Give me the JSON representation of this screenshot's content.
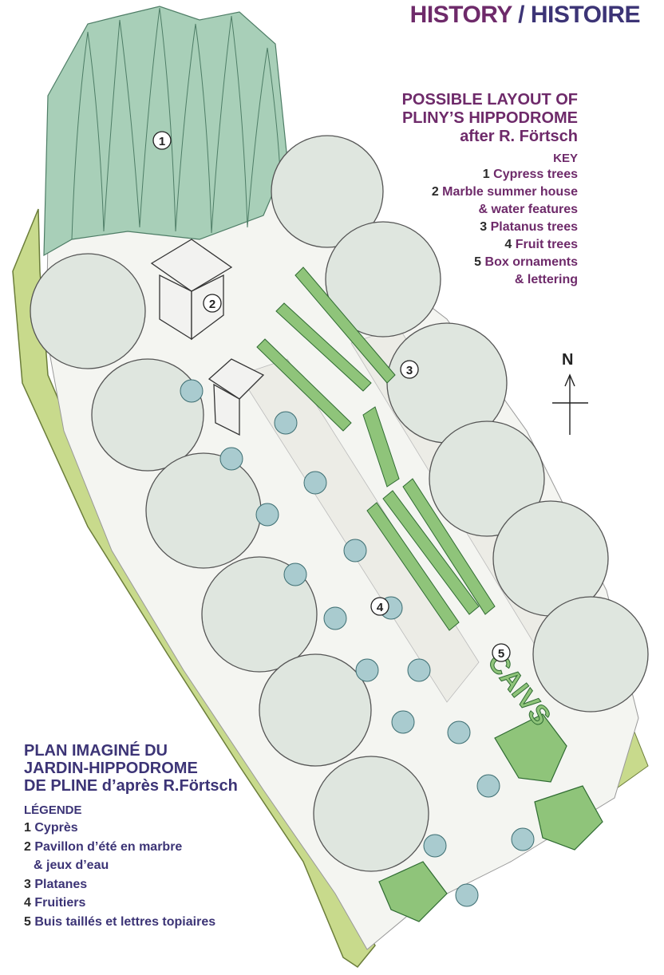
{
  "header": {
    "history": "HISTORY",
    "separator": "/",
    "histoire": "HISTOIRE"
  },
  "english": {
    "title_line1": "POSSIBLE LAYOUT OF",
    "title_line2": "PLINY’S HIPPODROME",
    "title_line3": "after R. Förtsch",
    "key_label": "KEY",
    "items": [
      {
        "num": "1",
        "text": "Cypress trees"
      },
      {
        "num": "2",
        "text": "Marble summer house"
      },
      {
        "num": "",
        "text": "& water features"
      },
      {
        "num": "3",
        "text": "Platanus trees"
      },
      {
        "num": "4",
        "text": "Fruit trees"
      },
      {
        "num": "5",
        "text": "Box ornaments"
      },
      {
        "num": "",
        "text": "& lettering"
      }
    ]
  },
  "french": {
    "title_line1": "PLAN IMAGINÉ DU",
    "title_line2": "JARDIN-HIPPODROME",
    "title_line3": "DE PLINE d’après R.Förtsch",
    "key_label": "LÉGENDE",
    "items": [
      {
        "num": "1",
        "text": "Cyprès"
      },
      {
        "num": "2",
        "text": "Pavillon d’été en marbre"
      },
      {
        "num": "",
        "text": "& jeux d’eau"
      },
      {
        "num": "3",
        "text": "Platanes"
      },
      {
        "num": "4",
        "text": "Fruitiers"
      },
      {
        "num": "5",
        "text": "Buis taillés et lettres topiaires"
      }
    ]
  },
  "markers": [
    "1",
    "2",
    "3",
    "4",
    "5"
  ],
  "compass": {
    "label": "N"
  },
  "topiary_lettering": "CAIVS",
  "colors": {
    "plum": "#6e2a6a",
    "indigo": "#3c3476",
    "cypress": "#a8cfb8",
    "platanus": "#dfe6df",
    "hedge": "#8fc47a",
    "fruit_tree": "#a9cbcf",
    "lawn": "#c8da8c"
  }
}
